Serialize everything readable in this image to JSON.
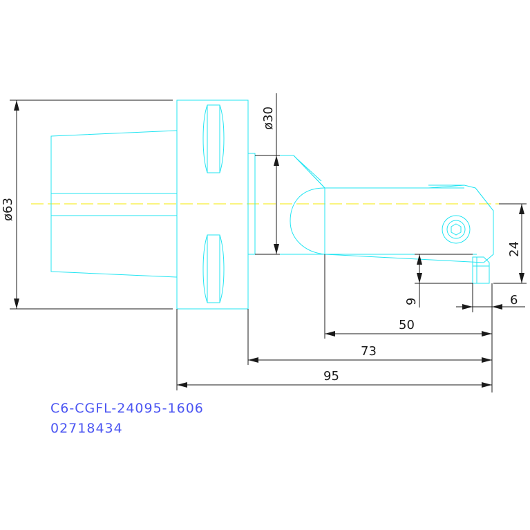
{
  "drawing": {
    "dimensions": {
      "shank_diameter": "ø63",
      "neck_diameter": "ø30",
      "center_height": "24",
      "insert_offset": "9",
      "insert_width": "6",
      "length_50": "50",
      "length_73": "73",
      "length_95": "95"
    },
    "part_number": "C6-CGFL-24095-1606",
    "order_number": "02718434"
  },
  "colors": {
    "outline": "#22e5f2",
    "dimension": "#1a1a1a",
    "centerline": "#f4ea00",
    "caption": "#4b55f2"
  }
}
